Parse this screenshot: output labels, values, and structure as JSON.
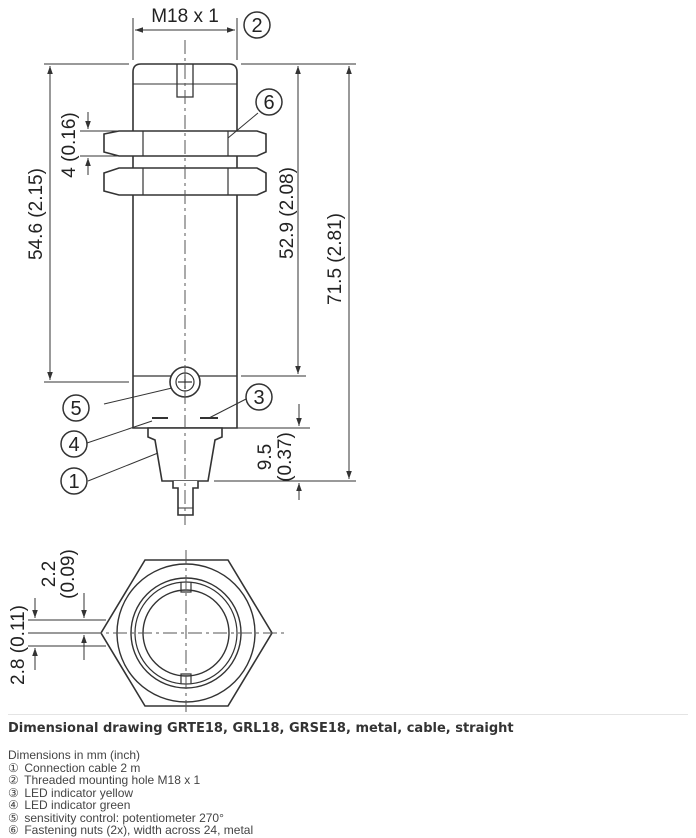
{
  "dimensions": {
    "thread": "M18 x 1",
    "nut_thickness": "4 (0.16)",
    "length_to_led": "54.6 (2.15)",
    "thread_length": "52.9 (2.08)",
    "total_length": "71.5 (2.81)",
    "cable_gland_mm": "9.5",
    "cable_gland_in": "(0.37)",
    "front_offset_mm": "2.2",
    "front_offset_in": "(0.09)",
    "face_offset": "2.8 (0.11)"
  },
  "callouts": [
    "1",
    "2",
    "3",
    "4",
    "5",
    "6"
  ],
  "caption": {
    "title": "Dimensional drawing GRTE18, GRL18, GRSE18, metal, cable, straight",
    "subtitle": "Dimensions in mm (inch)",
    "legend": [
      {
        "num": "①",
        "text": "Connection cable 2 m"
      },
      {
        "num": "②",
        "text": "Threaded mounting hole M18 x 1"
      },
      {
        "num": "③",
        "text": "LED indicator yellow"
      },
      {
        "num": "④",
        "text": "LED indicator green"
      },
      {
        "num": "⑤",
        "text": "sensitivity control: potentiometer 270°"
      },
      {
        "num": "⑥",
        "text": "Fastening nuts (2x), width across 24, metal"
      }
    ]
  }
}
